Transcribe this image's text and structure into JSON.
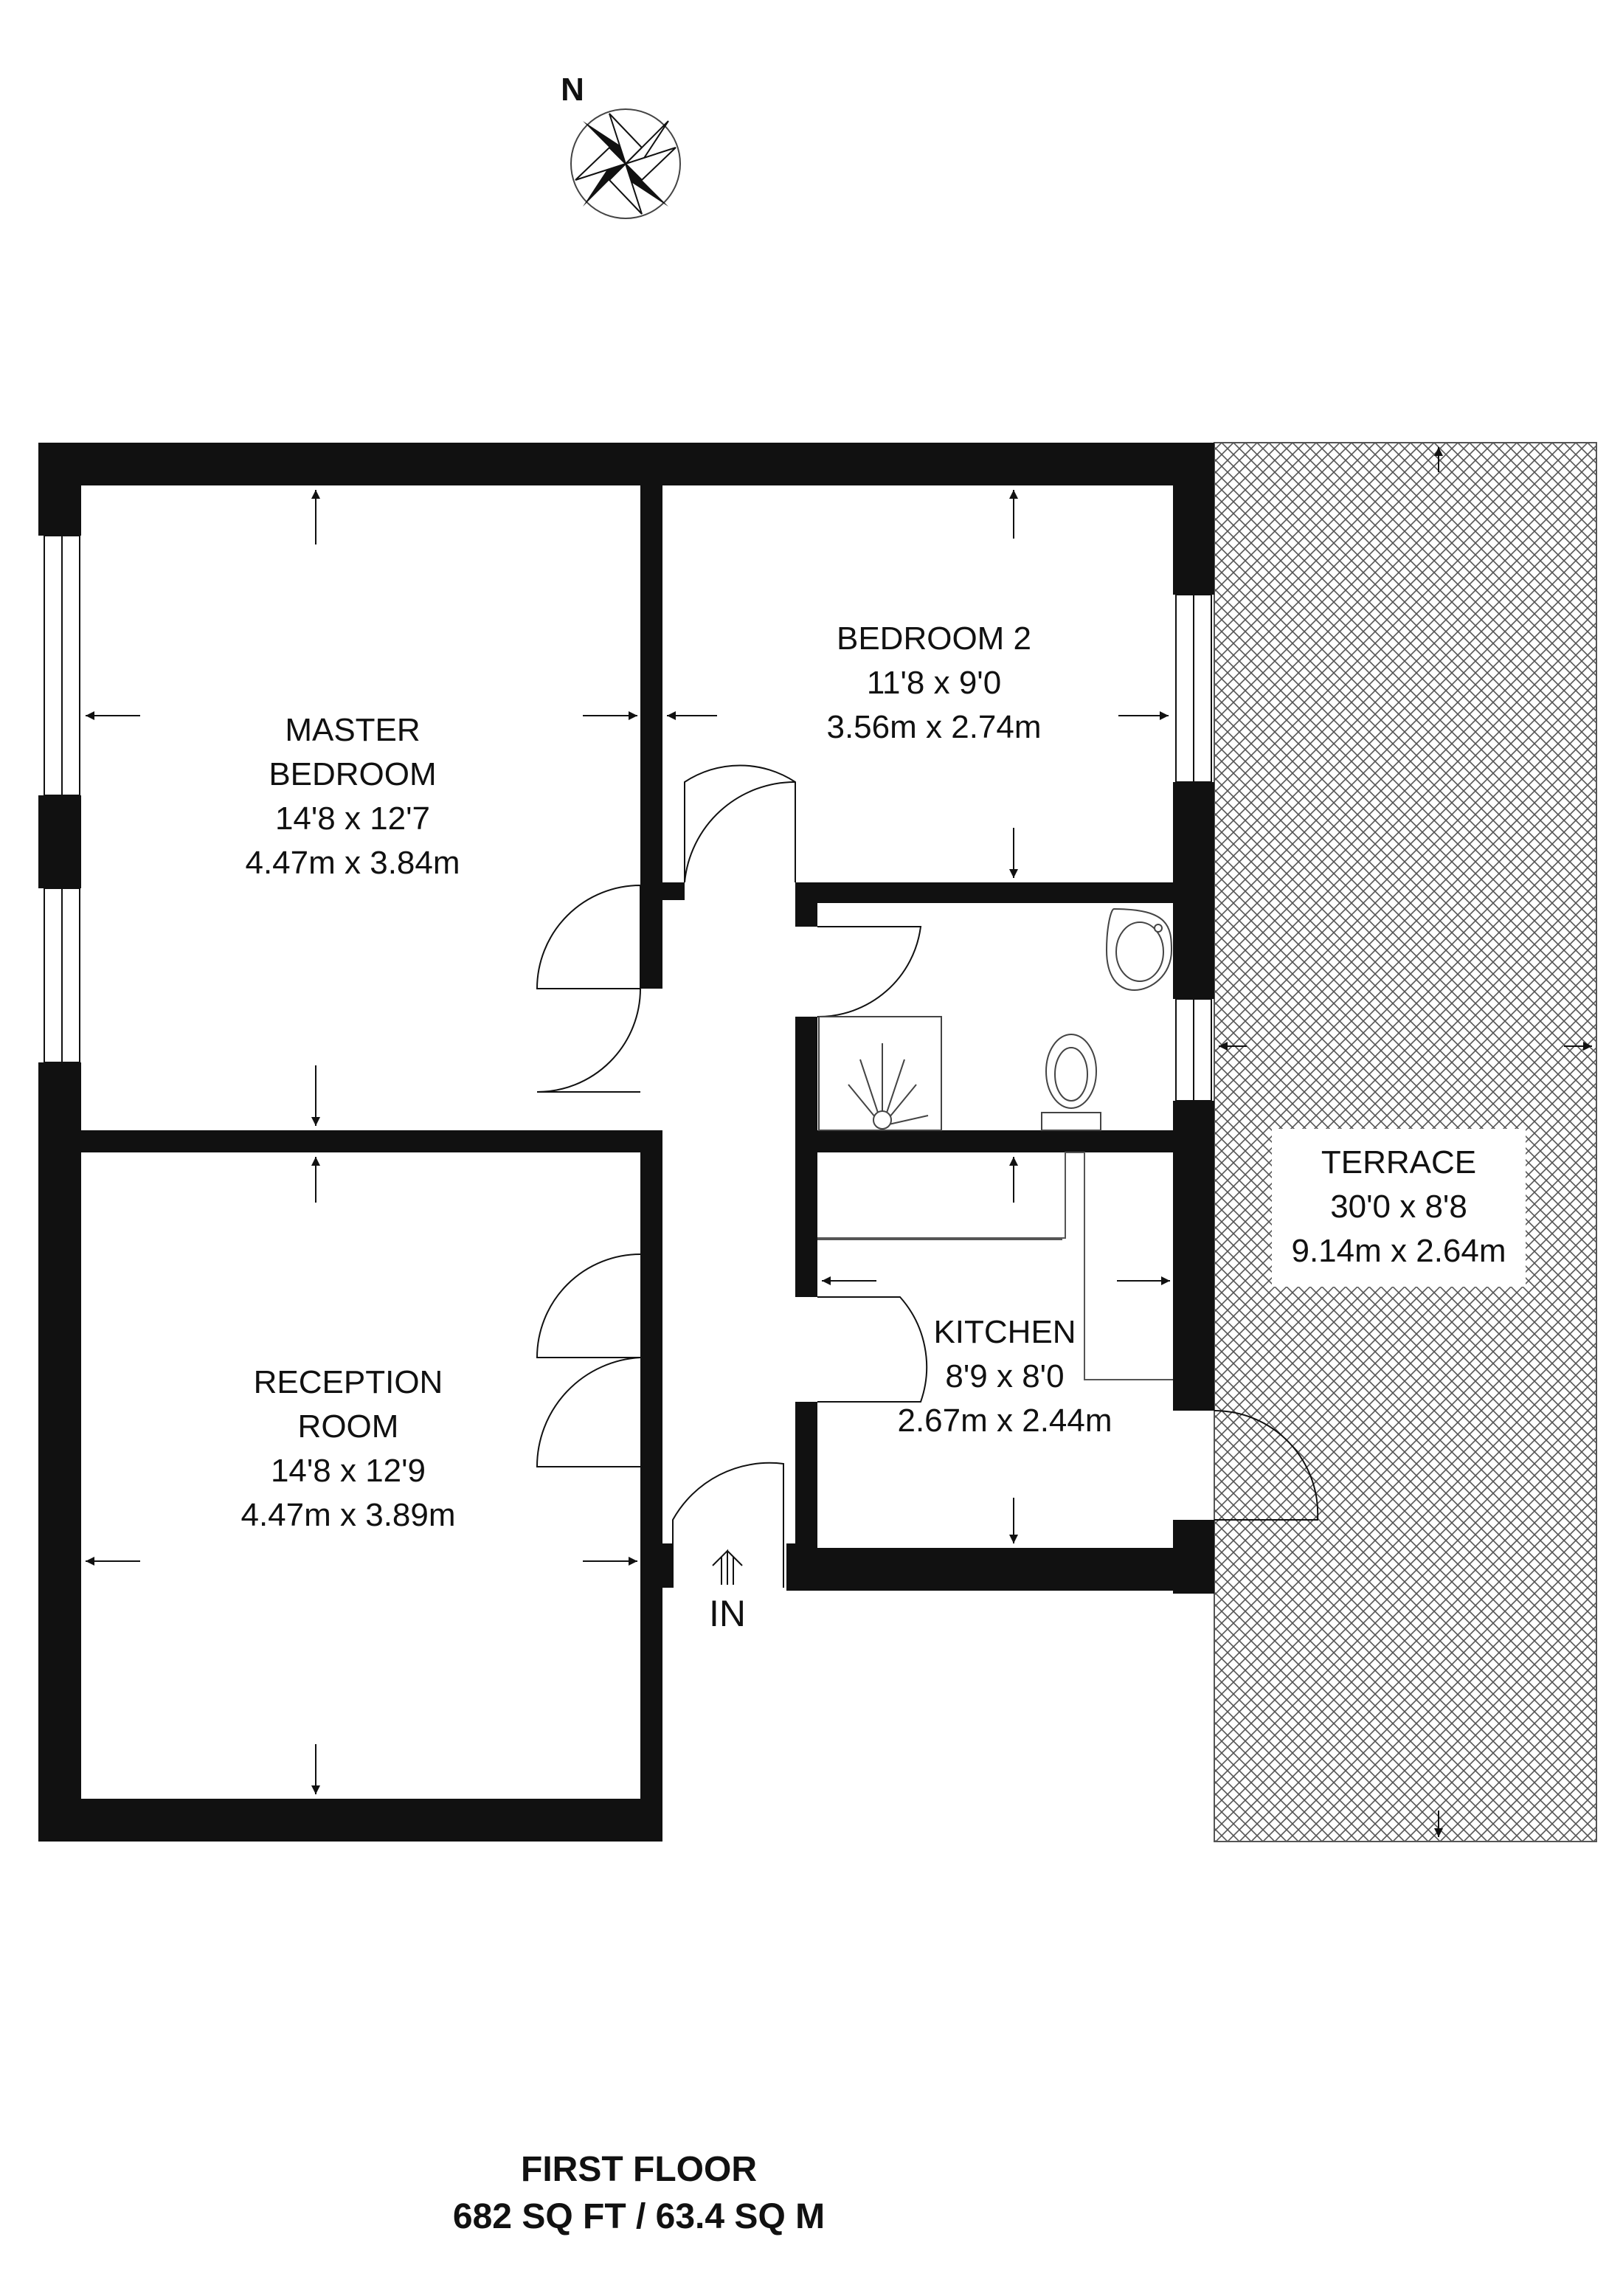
{
  "compass": {
    "label": "N",
    "icon": "compass-rose-icon"
  },
  "rooms": {
    "master_bedroom": {
      "name_line1": "MASTER",
      "name_line2": "BEDROOM",
      "imperial": "14'8 x 12'7",
      "metric": "4.47m x 3.84m"
    },
    "bedroom_2": {
      "name": "BEDROOM 2",
      "imperial": "11'8 x 9'0",
      "metric": "3.56m x 2.74m"
    },
    "reception_room": {
      "name_line1": "RECEPTION",
      "name_line2": "ROOM",
      "imperial": "14'8 x 12'9",
      "metric": "4.47m x 3.89m"
    },
    "kitchen": {
      "name": "KITCHEN",
      "imperial": "8'9 x 8'0",
      "metric": "2.67m x 2.44m"
    },
    "terrace": {
      "name": "TERRACE",
      "imperial": "30'0 x 8'8",
      "metric": "9.14m x 2.64m"
    }
  },
  "entrance": {
    "label": "IN"
  },
  "footer": {
    "floor": "FIRST FLOOR",
    "area": "682 SQ FT / 63.4 SQ M"
  },
  "colors": {
    "wall": "#111111",
    "background": "#ffffff",
    "terrace_hatch": "#555555",
    "fixture_line": "#444444"
  }
}
